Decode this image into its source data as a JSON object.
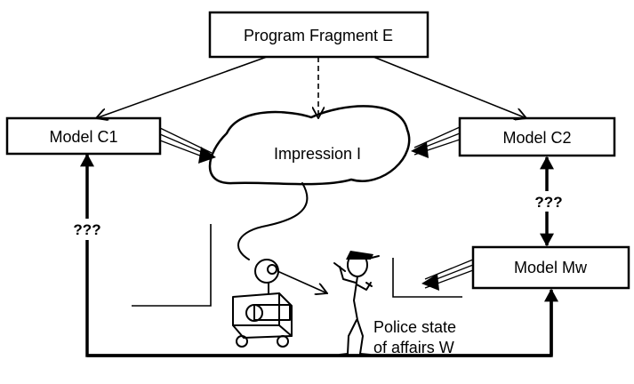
{
  "nodes": {
    "program_fragment": "Program Fragment E",
    "model_c1": "Model C1",
    "model_c2": "Model C2",
    "impression": "Impression I",
    "model_mw": "Model Mw"
  },
  "labels": {
    "unknown_left": "???",
    "unknown_right": "???",
    "police_line1": "Police state",
    "police_line2": "of affairs W"
  }
}
